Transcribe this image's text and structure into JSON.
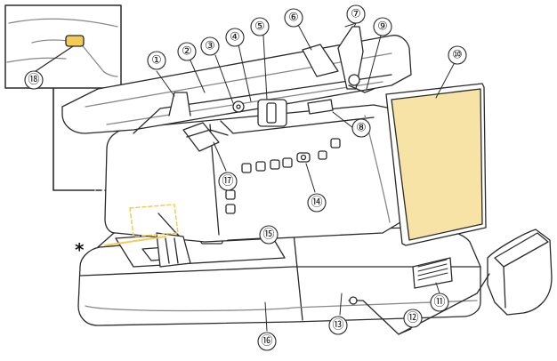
{
  "colors": {
    "screen": "#f8e3a6",
    "accent_yellow": "#f2cc57",
    "line": "#2a2a2a",
    "body_fill": "#ffffff"
  },
  "callouts": [
    {
      "label": "①"
    },
    {
      "label": "②"
    },
    {
      "label": "③"
    },
    {
      "label": "④"
    },
    {
      "label": "⑤"
    },
    {
      "label": "⑥"
    },
    {
      "label": "⑦"
    },
    {
      "label": "⑧"
    },
    {
      "label": "⑨"
    },
    {
      "label": "⑩"
    },
    {
      "label": "⑪"
    },
    {
      "label": "⑫"
    },
    {
      "label": "⑬"
    },
    {
      "label": "⑭"
    },
    {
      "label": "⑮"
    },
    {
      "label": "⑯"
    },
    {
      "label": "⑰"
    },
    {
      "label": "⑱"
    }
  ],
  "asterisk": "*",
  "icons": [
    "sewing-machine-illustration",
    "foot-controller-icon",
    "inset-detail-view"
  ]
}
